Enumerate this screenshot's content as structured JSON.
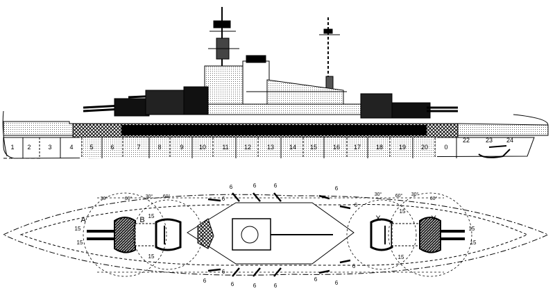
{
  "diagram": {
    "profile": {
      "compartments": [
        "1",
        "2",
        "3",
        "4",
        "5",
        "6",
        "7",
        "8",
        "9",
        "10",
        "11",
        "12",
        "13",
        "14",
        "15",
        "16",
        "17",
        "18",
        "19",
        "20",
        "0",
        "22",
        "23",
        "24"
      ]
    },
    "plan": {
      "turrets": [
        "A",
        "B",
        "X",
        "Y"
      ],
      "main_gun_labels": [
        "15",
        "15",
        "15",
        "15",
        "15",
        "15",
        "15",
        "15"
      ],
      "secondary_labels": [
        "6",
        "6",
        "6",
        "6",
        "6",
        "6",
        "6",
        "6",
        "6",
        "6",
        "6",
        "6",
        "6",
        "6"
      ],
      "arc_labels": [
        "30°",
        "60°",
        "30°",
        "60°",
        "30°",
        "60°",
        "30°",
        "60°"
      ]
    },
    "colors": {
      "ink": "#000000",
      "paper": "#ffffff",
      "hatch": "#9a9a9a"
    }
  }
}
